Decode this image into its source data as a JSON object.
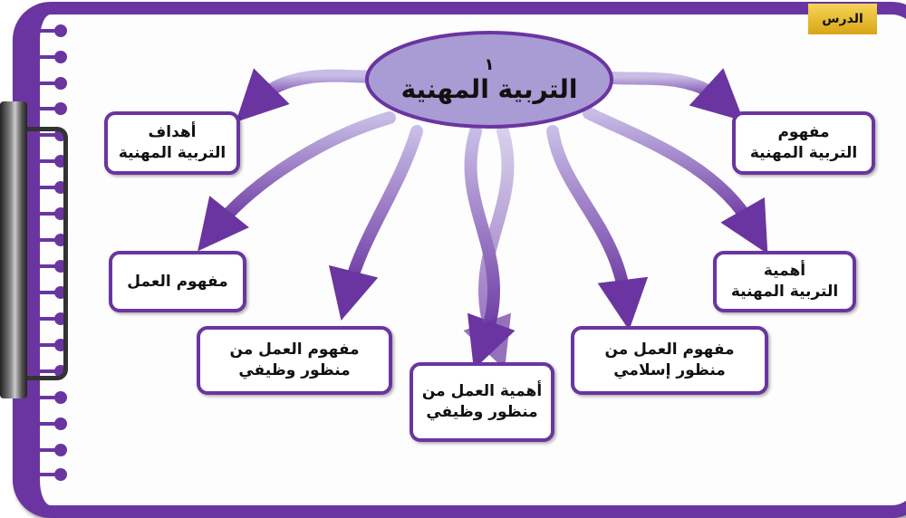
{
  "lesson_tag": "الدرس",
  "center": {
    "number": "١",
    "title": "التربية المهنية"
  },
  "nodes": [
    {
      "line1": "أهداف",
      "line2": "التربية المهنية"
    },
    {
      "line1": "مفهوم",
      "line2": "التربية المهنية"
    },
    {
      "line1": "مفهوم العمل",
      "line2": ""
    },
    {
      "line1": "أهمية",
      "line2": "التربية المهنية"
    },
    {
      "line1": "مفهوم العمل من",
      "line2": "منظور وظيفي"
    },
    {
      "line1": "مفهوم العمل من",
      "line2": "منظور إسلامي"
    },
    {
      "line1": "أهمية العمل من",
      "line2": "منظور وظيفي"
    }
  ],
  "colors": {
    "frame": "#6a35a0",
    "ellipse": "#a99bd4",
    "tag": "#e6b62c"
  }
}
